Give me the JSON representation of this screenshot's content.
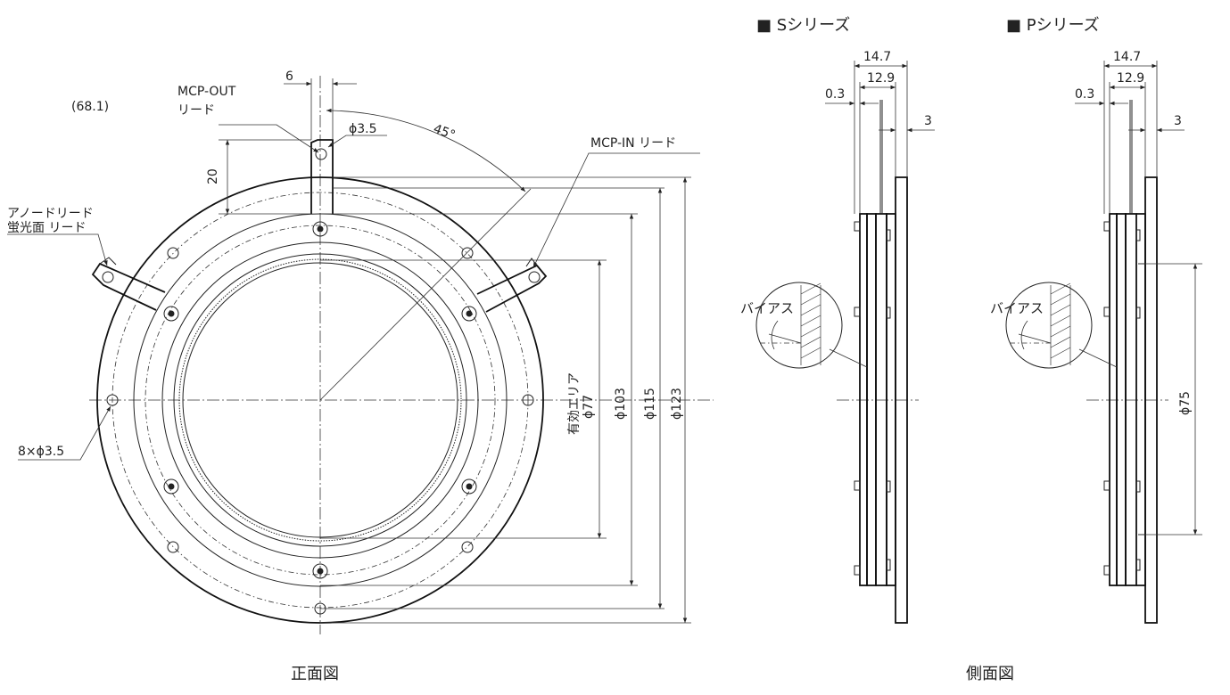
{
  "front_view": {
    "caption": "正面図",
    "mcp_out_label_1": "MCP-OUT",
    "mcp_out_label_2": "リード",
    "dim_6": "6",
    "dim_68_1": "(68.1)",
    "dim_hole": "ϕ3.5",
    "angle_45": "45°",
    "mcp_in_label": "MCP-IN リード",
    "dim_20": "20",
    "anode_label_1": "アノードリード",
    "anode_label_2": "蛍光面 リード",
    "holes_label": "8×ϕ3.5",
    "effective_area_1": "有効エリア",
    "effective_area_2": "ϕ77",
    "dim_103": "ϕ103",
    "dim_115": "ϕ115",
    "dim_123": "ϕ123"
  },
  "side_view": {
    "caption": "側面図",
    "s_series": {
      "title": "■ Sシリーズ",
      "dim_14_7": "14.7",
      "dim_12_9": "12.9",
      "dim_0_3": "0.3",
      "dim_3": "3",
      "bias_label": "バイアス"
    },
    "p_series": {
      "title": "■ Pシリーズ",
      "dim_14_7": "14.7",
      "dim_12_9": "12.9",
      "dim_0_3": "0.3",
      "dim_3": "3",
      "bias_label": "バイアス",
      "dim_75": "ϕ75"
    }
  }
}
